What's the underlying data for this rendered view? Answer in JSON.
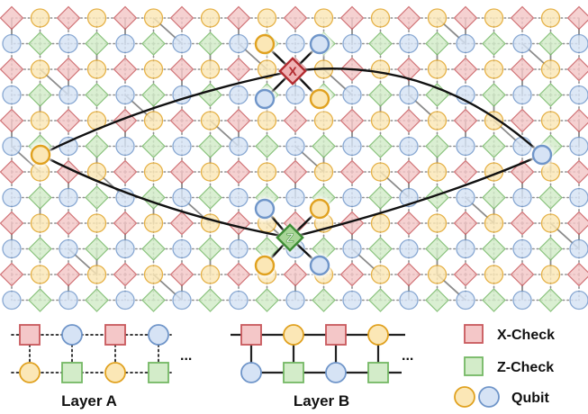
{
  "colors": {
    "x_fill": "#f4c7c8",
    "x_stroke": "#c8585c",
    "z_fill": "#d3ecc9",
    "z_stroke": "#74b864",
    "q_yellow_fill": "#fbe7b6",
    "q_yellow_stroke": "#e0a11f",
    "q_blue_fill": "#d6e3f5",
    "q_blue_stroke": "#6f95c9",
    "hl_x_fill": "#f0b3b5",
    "hl_x_stroke": "#b32c31",
    "hl_z_fill": "#a9d698",
    "hl_z_stroke": "#3e8e36",
    "ink": "#111111"
  },
  "highlight": {
    "x_check_label": "X",
    "z_check_label": "Z"
  },
  "legend": {
    "layer_a_label": "Layer A",
    "layer_b_label": "Layer B",
    "ellipsis": "...",
    "x_check_label": "X-Check",
    "z_check_label": "Z-Check",
    "qubit_label": "Qubit"
  }
}
